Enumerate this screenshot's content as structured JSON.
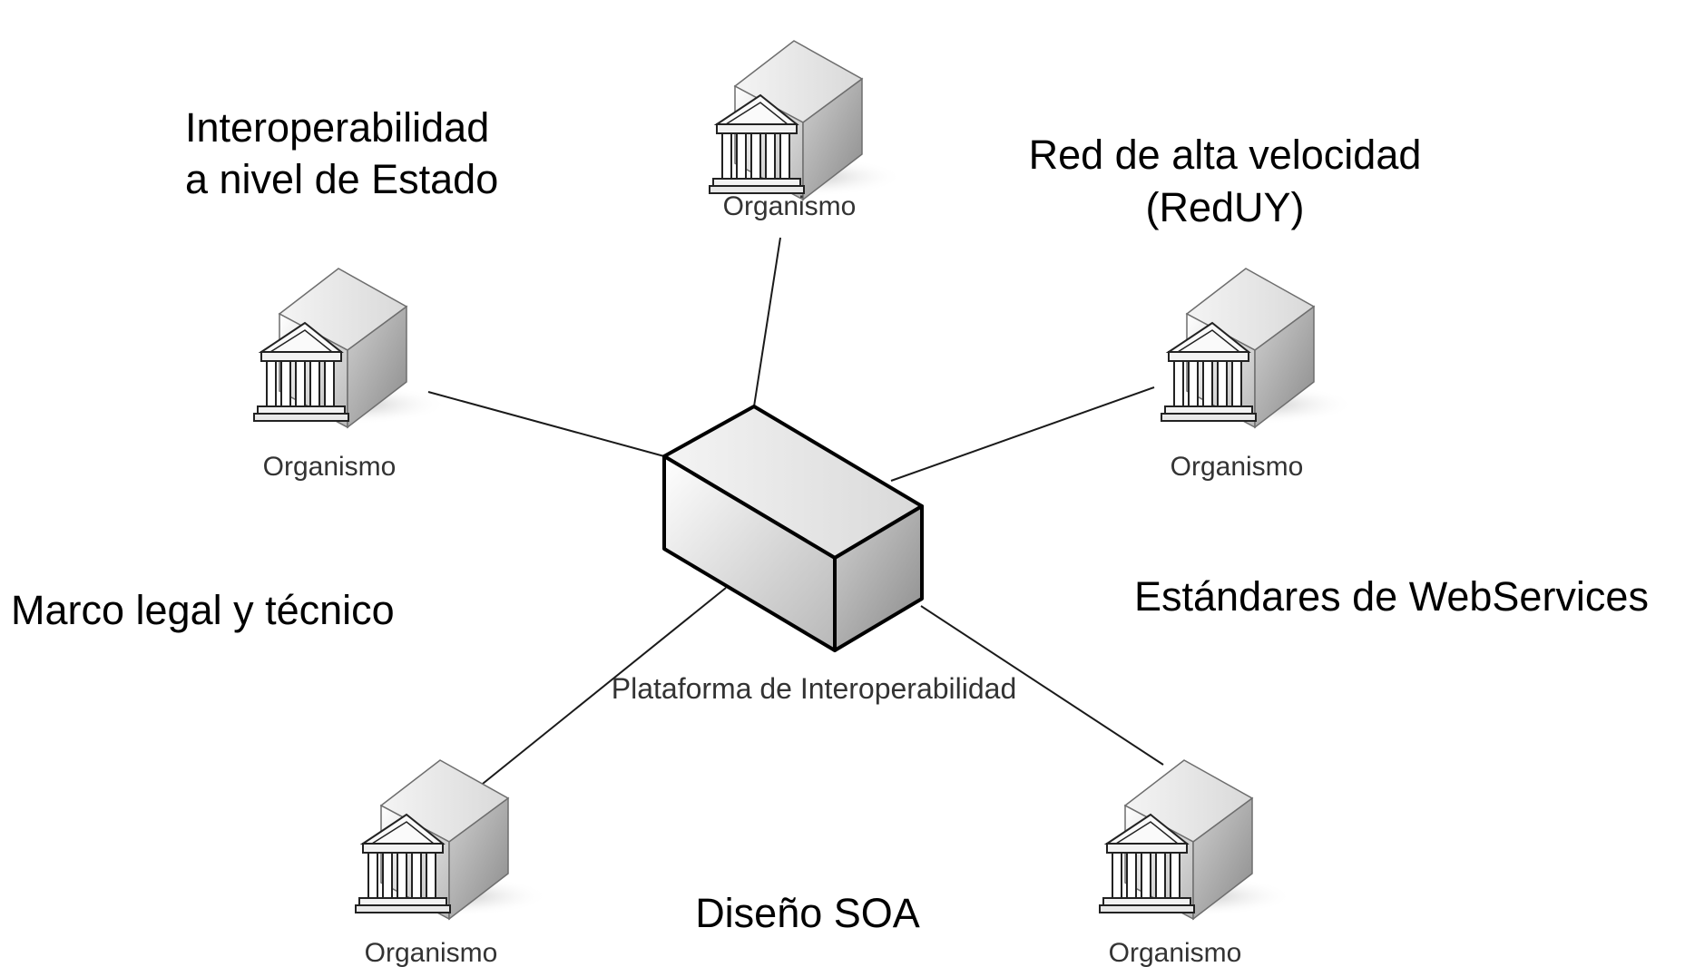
{
  "diagram": {
    "hub": {
      "label": "Plataforma de Interoperabilidad"
    },
    "nodes": [
      {
        "id": "top",
        "label": "Organismo"
      },
      {
        "id": "left",
        "label": "Organismo"
      },
      {
        "id": "right",
        "label": "Organismo"
      },
      {
        "id": "bottom-left",
        "label": "Organismo"
      },
      {
        "id": "bottom-right",
        "label": "Organismo"
      }
    ],
    "concepts": {
      "interop_line1": "Interoperabilidad",
      "interop_line2": "a nivel de Estado",
      "red_line1": "Red de alta velocidad",
      "red_line2": "(RedUY)",
      "marco": "Marco legal y técnico",
      "estandares": "Estándares de WebServices",
      "soa": "Diseño SOA"
    },
    "colors": {
      "line": "#1a1a1a",
      "cube_top": "#e6e6e6",
      "cube_side": "#9c9c9c",
      "hub_outline": "#000000"
    }
  }
}
